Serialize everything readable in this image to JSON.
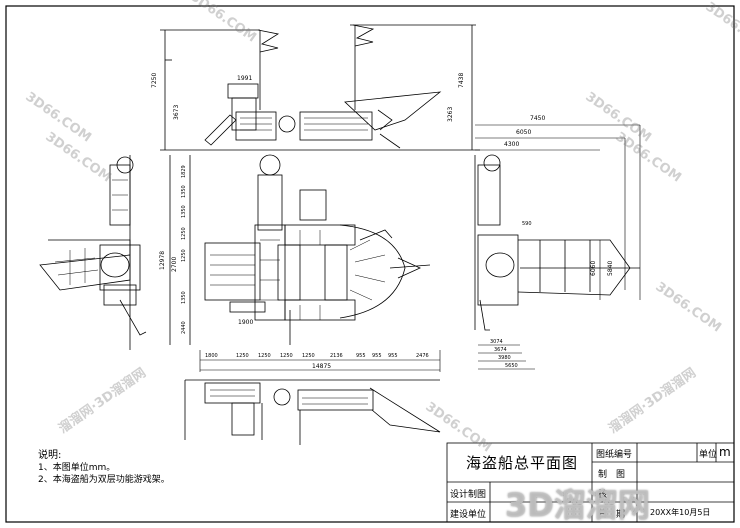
{
  "title_block": {
    "drawing_title": "海盗船总平面图",
    "drawing_number_label": "图纸编号",
    "unit_label": "单位",
    "unit_value": "m",
    "drafter_label": "制　图",
    "designer_label": "设计制图",
    "construction_label": "建设单位",
    "checker_label": "核",
    "date_label": "日　期",
    "date_value": "20XX年10月5日"
  },
  "notes": {
    "heading": "说明:",
    "items": [
      "1、本图单位mm。",
      "2、本海盗船为双层功能游戏架。"
    ]
  },
  "dimensions": {
    "top_left_height": "7250",
    "top_inner_height": "3673",
    "top_deck_width": "1991",
    "top_right_height": "7438",
    "top_right_inner": "3263",
    "plan_left_total": "12978",
    "plan_left_mid": "2700",
    "plan_left_segments": [
      "1829",
      "1350",
      "1350",
      "1250",
      "1250",
      "1350",
      "2440"
    ],
    "plan_bottom_total": "14875",
    "plan_bottom_segments": [
      "1800",
      "1250",
      "1250",
      "1250",
      "1250",
      "2136",
      "955",
      "955",
      "955",
      "2476"
    ],
    "plan_slide_width": "1900",
    "right_top": [
      "7450",
      "6050",
      "4300",
      "590"
    ],
    "right_side": [
      "6060",
      "5840"
    ],
    "right_bottom": [
      "3074",
      "3674",
      "3980",
      "5650"
    ]
  },
  "watermarks": [
    "3D66.COM",
    "溜溜网·3D溜溜网",
    "3D溜溜网"
  ]
}
